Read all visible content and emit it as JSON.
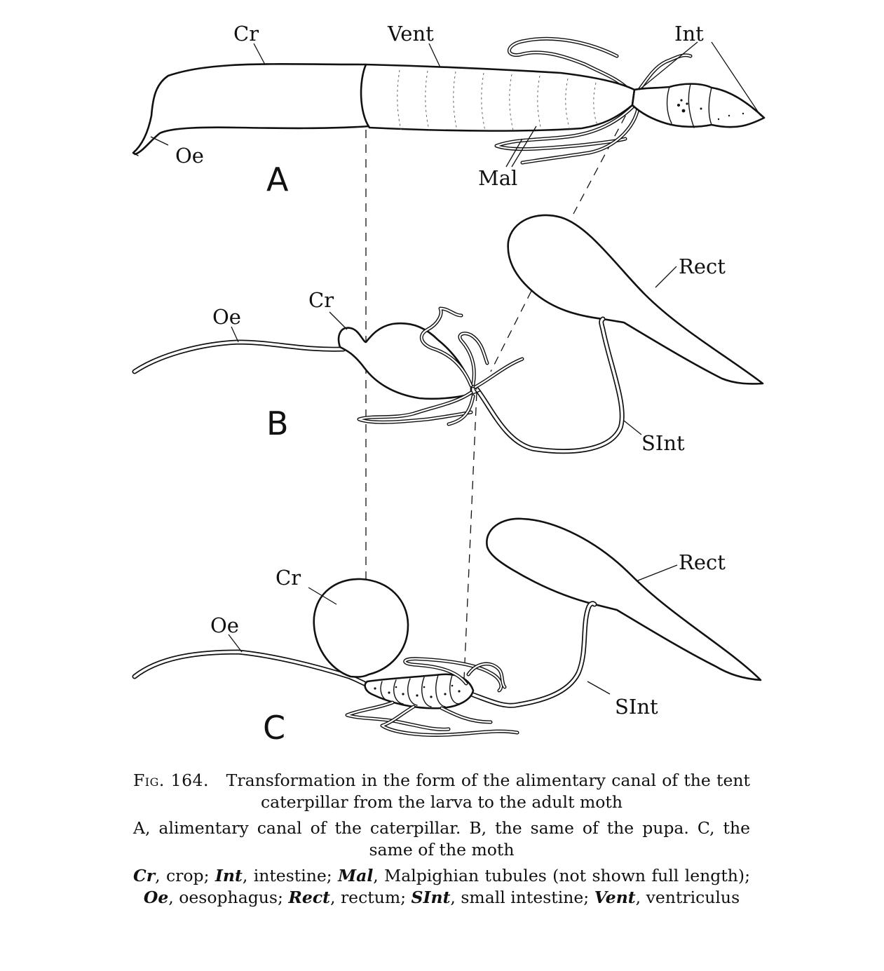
{
  "figure": {
    "number_label": "Fig. 164.",
    "title": "Transformation in the form of the alimentary canal of the tent caterpillar from the larva to the adult moth",
    "panel_description": "A, alimentary canal of the caterpillar.   B, the same of the pupa. C, the same of the moth",
    "panels": {
      "a": {
        "letter": "A",
        "labels": {
          "crop": "Cr",
          "ventriculus": "Vent",
          "intestine": "Int",
          "oesophagus": "Oe",
          "malpighian": "Mal"
        }
      },
      "b": {
        "letter": "B",
        "labels": {
          "oesophagus": "Oe",
          "crop": "Cr",
          "rectum": "Rect",
          "small_intestine": "SInt"
        }
      },
      "c": {
        "letter": "C",
        "labels": {
          "crop": "Cr",
          "oesophagus": "Oe",
          "rectum": "Rect",
          "small_intestine": "SInt"
        }
      }
    }
  },
  "legend": [
    {
      "abbr": "Cr",
      "meaning": "crop"
    },
    {
      "abbr": "Int",
      "meaning": "intestine"
    },
    {
      "abbr": "Mal",
      "meaning": "Malpighian tubules (not shown full length)"
    },
    {
      "abbr": "Oe",
      "meaning": "oesophagus"
    },
    {
      "abbr": "Rect",
      "meaning": "rectum"
    },
    {
      "abbr": "SInt",
      "meaning": "small intestine"
    },
    {
      "abbr": "Vent",
      "meaning": "ventriculus"
    }
  ],
  "colors": {
    "ink": "#111111",
    "paper": "#ffffff"
  }
}
